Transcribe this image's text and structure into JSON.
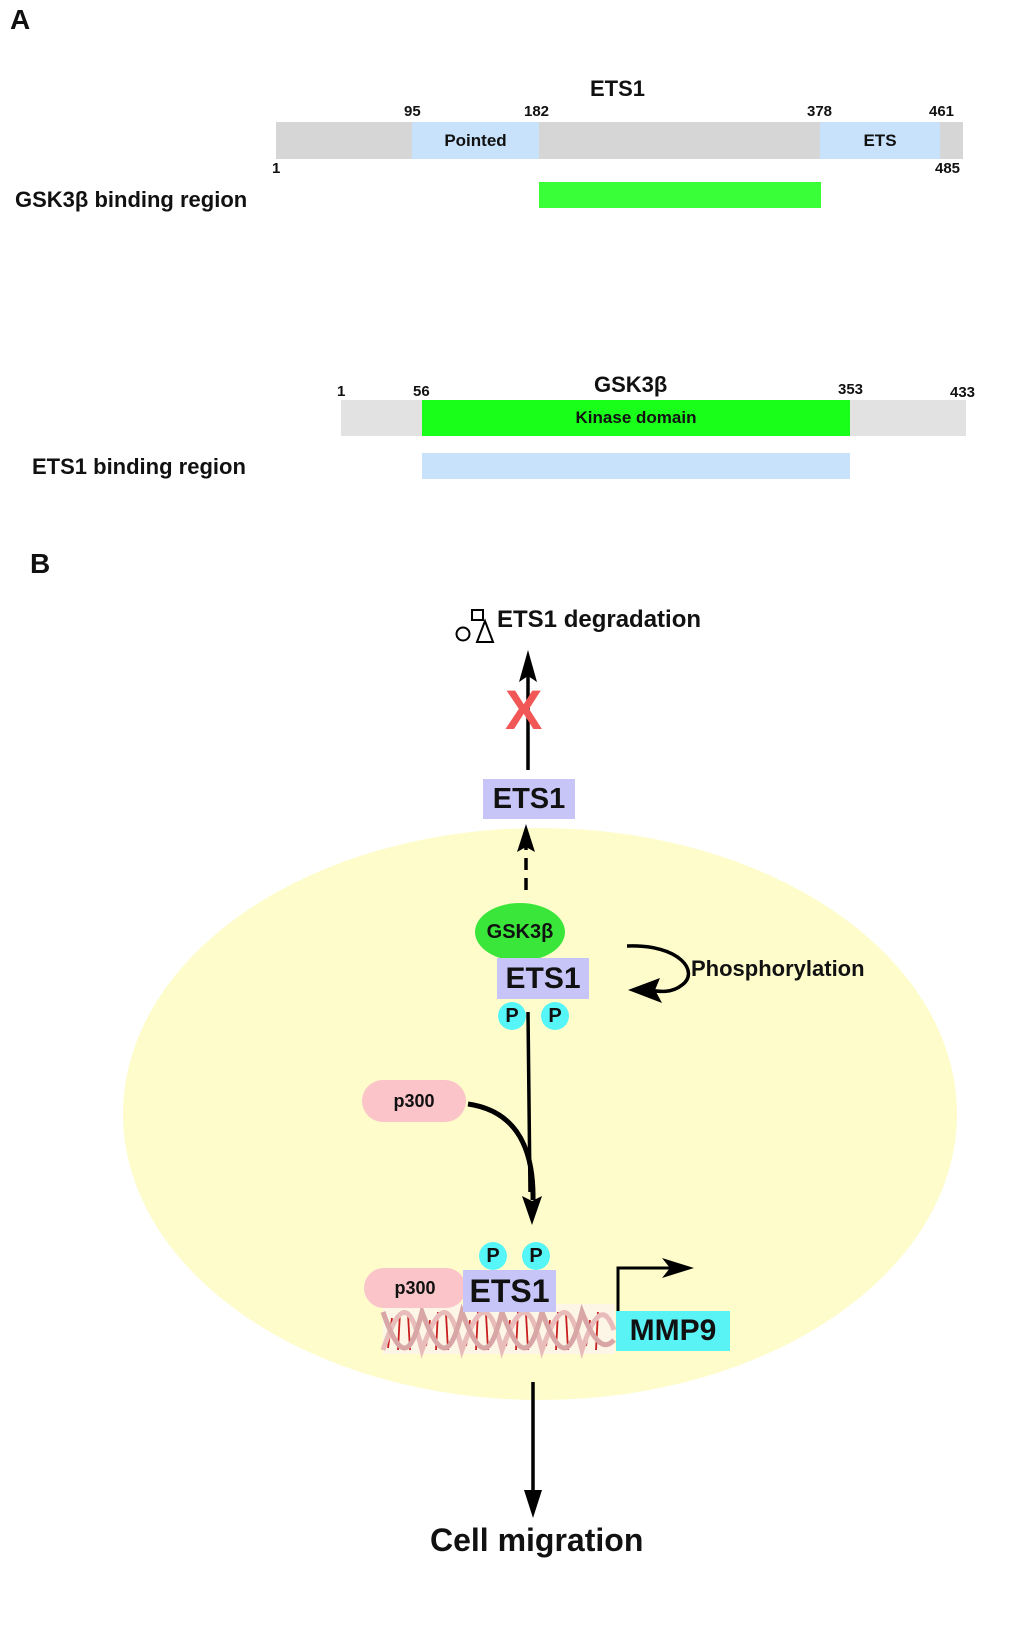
{
  "panel_a": {
    "label": "A",
    "ets1_protein": {
      "title": "ETS1",
      "start": "1",
      "end": "485",
      "domains": [
        {
          "name": "Pointed",
          "start": "95",
          "end": "182"
        },
        {
          "name": "ETS",
          "start": "378",
          "end": "461"
        }
      ],
      "binding_region_label": "GSK3β binding region",
      "binding_region": {
        "start": "182",
        "end": "378"
      }
    },
    "gsk3b_protein": {
      "title": "GSK3β",
      "start": "1",
      "end": "433",
      "domains": [
        {
          "name": "Kinase domain",
          "start": "56",
          "end": "353"
        }
      ],
      "binding_region_label": "ETS1 binding region",
      "binding_region": {
        "start": "56",
        "end": "353"
      }
    }
  },
  "panel_b": {
    "label": "B",
    "degradation_label": "ETS1 degradation",
    "inhibition_mark": "X",
    "cytoplasmic_ets1": "ETS1",
    "nuclear_gsk3b": "GSK3β",
    "nuclear_ets1": "ETS1",
    "phospho_label": "P",
    "phosphorylation_label": "Phosphorylation",
    "p300_free": "p300",
    "p300_bound": "p300",
    "dna_bound_ets1": "ETS1",
    "target_gene": "MMP9",
    "outcome_label": "Cell migration",
    "colors": {
      "nucleus": "#fefccb",
      "ets1": "#c7c5f7",
      "gsk3b": "#3be63b",
      "phosphate": "#55f5f8",
      "p300": "#fac4c8",
      "mmp9": "#5af3f5",
      "inhibition": "#f25757"
    }
  }
}
